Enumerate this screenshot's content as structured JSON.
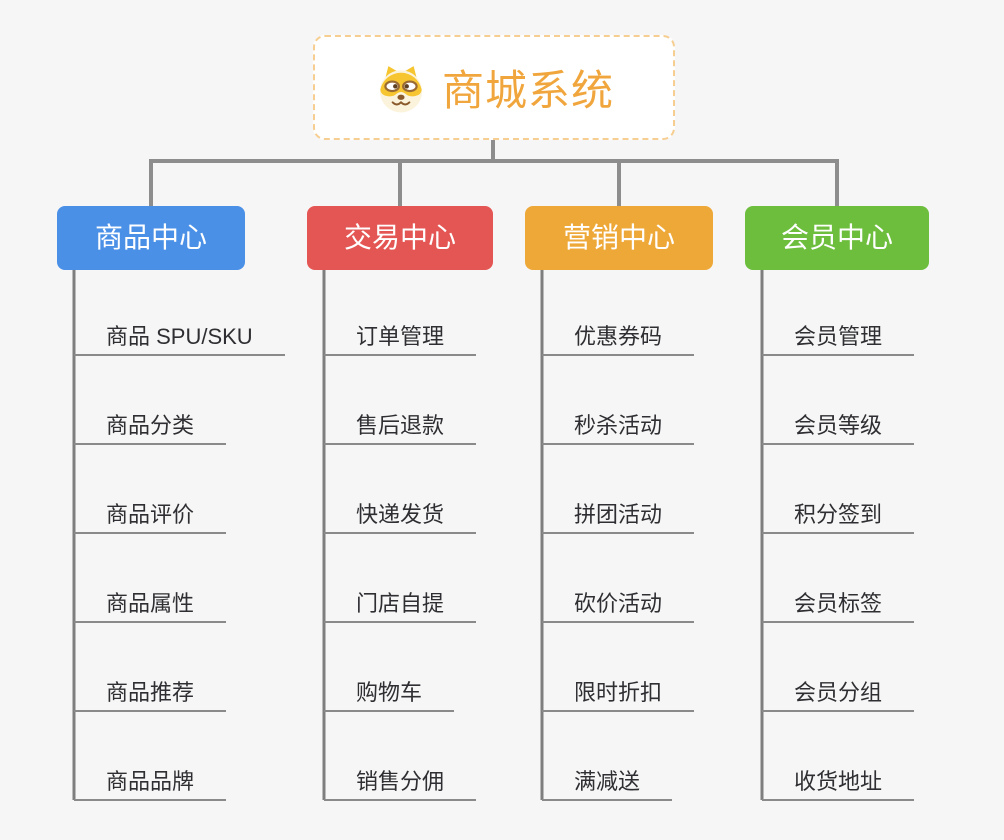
{
  "root": {
    "title": "商城系统",
    "icon": "shiba-dog-icon",
    "accent_color": "#f0a63c",
    "border_color": "#f6ce92"
  },
  "branches": [
    {
      "label": "商品中心",
      "color": "#4a90e7",
      "children": [
        "商品 SPU/SKU",
        "商品分类",
        "商品评价",
        "商品属性",
        "商品推荐",
        "商品品牌"
      ]
    },
    {
      "label": "交易中心",
      "color": "#e45654",
      "children": [
        "订单管理",
        "售后退款",
        "快递发货",
        "门店自提",
        "购物车",
        "销售分佣"
      ]
    },
    {
      "label": "营销中心",
      "color": "#eea838",
      "children": [
        "优惠券码",
        "秒杀活动",
        "拼团活动",
        "砍价活动",
        "限时折扣",
        "满减送"
      ]
    },
    {
      "label": "会员中心",
      "color": "#6dbe3d",
      "children": [
        "会员管理",
        "会员等级",
        "积分签到",
        "会员标签",
        "会员分组",
        "收货地址"
      ]
    }
  ],
  "connector_color": "#8d8d8d",
  "underline_color": "#8a8a8a",
  "leaf_text_color": "#2f2f33"
}
